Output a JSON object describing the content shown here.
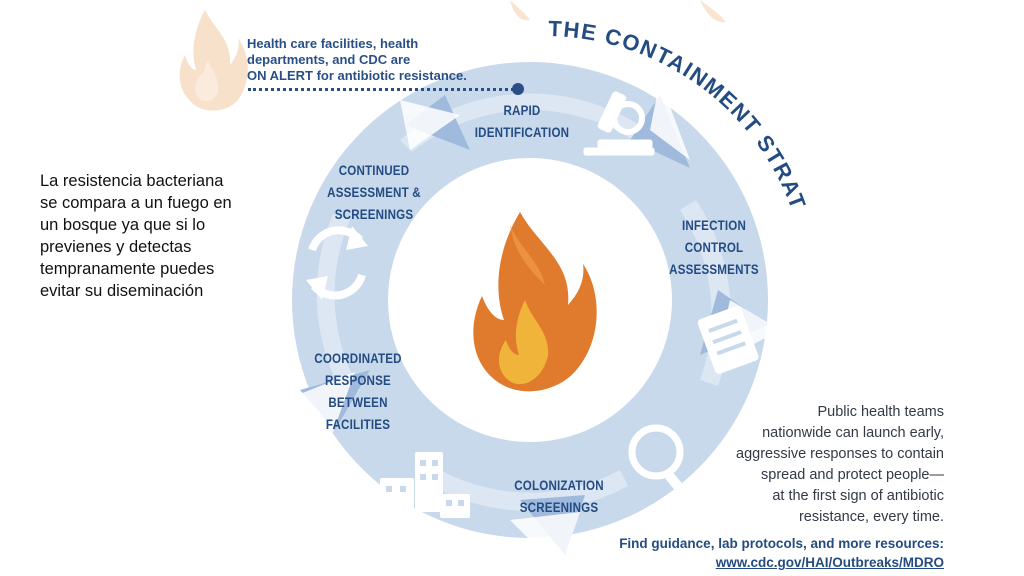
{
  "note": {
    "text": "La resistencia bacteriana\nse compara a un fuego en\nun bosque ya que si lo\nprevienes y detectas\ntempranamente puedes\nevitar su diseminación"
  },
  "alert": {
    "line1": "Health care facilities, health",
    "line2": "departments, and CDC are",
    "line3": "ON ALERT for antibiotic resistance."
  },
  "diagram": {
    "title": "THE CONTAINMENT STRATEGY",
    "stages": {
      "rapid": "RAPID\nIDENTIFICATION",
      "infection": "INFECTION\nCONTROL\nASSESSMENTS",
      "colonization": "COLONIZATION\nSCREENINGS",
      "coordinated": "COORDINATED\nRESPONSE\nBETWEEN\nFACILITIES",
      "continued": "CONTINUED\nASSESSMENT &\nSCREENINGS"
    },
    "icons": [
      "flame-icon",
      "microscope-icon",
      "checklist-icon",
      "magnifier-icon",
      "buildings-icon",
      "refresh-cycle-icon"
    ],
    "colors": {
      "ring": "#c8d9ec",
      "ring_light": "#dce7f3",
      "ring_dark": "#9fbadc",
      "text": "#244c82",
      "flame_orange": "#e07a2d",
      "flame_yellow": "#f0b43a"
    }
  },
  "info": {
    "public": "Public health teams\nnationwide can launch early,\naggressive responses to contain\nspread and protect people—\nat the first sign of antibiotic\nresistance, every time.",
    "find_line1": "Find guidance, lab protocols, and more resources:",
    "find_line2": "www.cdc.gov/HAI/Outbreaks/MDRO"
  }
}
